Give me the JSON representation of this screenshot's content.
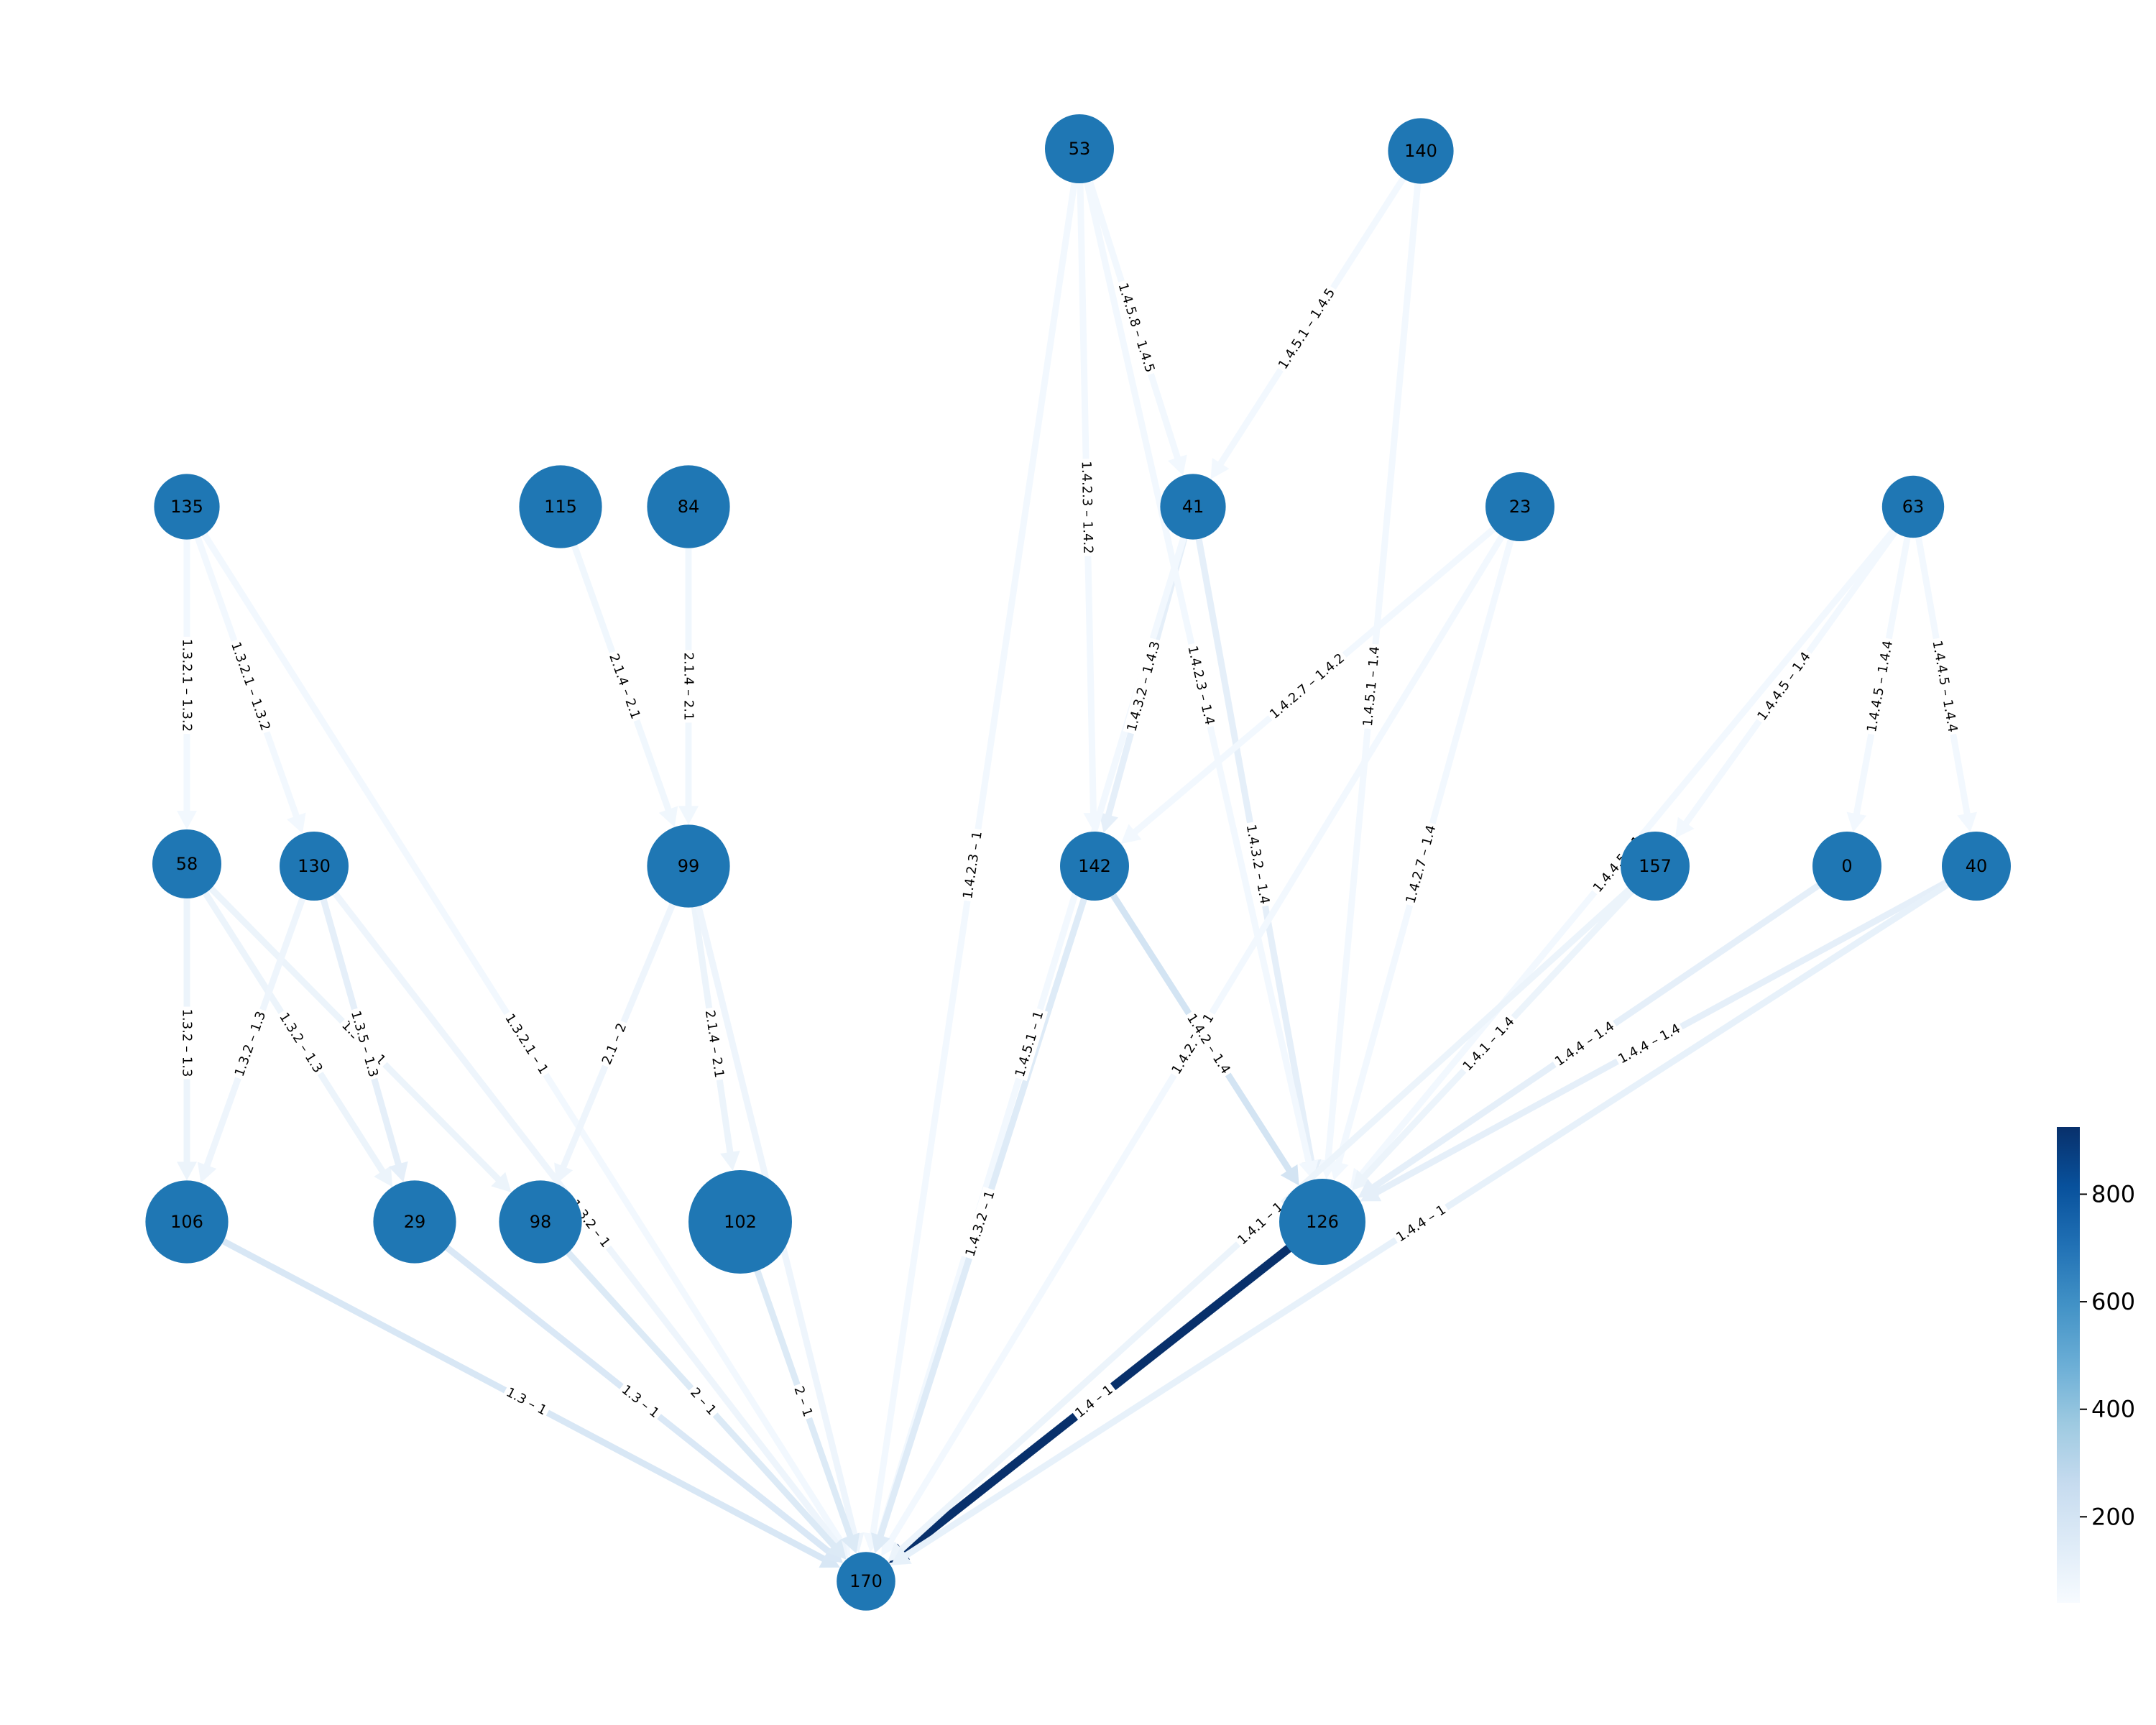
{
  "node_color": "#1f77b4",
  "colorbar": {
    "min": 40,
    "max": 925,
    "ticks": [
      "200",
      "400",
      "600",
      "800"
    ],
    "tick_values": [
      200,
      400,
      600,
      800
    ],
    "colors": [
      "#f7fbff",
      "#deebf7",
      "#c6dbef",
      "#9ecae1",
      "#6baed6",
      "#4292c6",
      "#2171b5",
      "#08519c",
      "#08306b"
    ]
  },
  "nodes": [
    {
      "id": "53",
      "label": "53",
      "size": 1.0
    },
    {
      "id": "140",
      "label": "140",
      "size": 0.95
    },
    {
      "id": "135",
      "label": "135",
      "size": 0.95
    },
    {
      "id": "115",
      "label": "115",
      "size": 1.2
    },
    {
      "id": "84",
      "label": "84",
      "size": 1.2
    },
    {
      "id": "41",
      "label": "41",
      "size": 0.95
    },
    {
      "id": "23",
      "label": "23",
      "size": 1.0
    },
    {
      "id": "63",
      "label": "63",
      "size": 0.9
    },
    {
      "id": "58",
      "label": "58",
      "size": 1.0
    },
    {
      "id": "130",
      "label": "130",
      "size": 1.0
    },
    {
      "id": "99",
      "label": "99",
      "size": 1.2
    },
    {
      "id": "142",
      "label": "142",
      "size": 1.0
    },
    {
      "id": "157",
      "label": "157",
      "size": 1.0
    },
    {
      "id": "0",
      "label": "0",
      "size": 1.0
    },
    {
      "id": "40",
      "label": "40",
      "size": 1.0
    },
    {
      "id": "106",
      "label": "106",
      "size": 1.2
    },
    {
      "id": "29",
      "label": "29",
      "size": 1.2
    },
    {
      "id": "98",
      "label": "98",
      "size": 1.2
    },
    {
      "id": "102",
      "label": "102",
      "size": 1.5
    },
    {
      "id": "126",
      "label": "126",
      "size": 1.25
    },
    {
      "id": "170",
      "label": "170",
      "size": 0.85
    }
  ],
  "edges": [
    {
      "source": "135",
      "target": "58",
      "label": "1.3.2.1 – 1.3.2",
      "value": 60
    },
    {
      "source": "135",
      "target": "130",
      "label": "1.3.2.1 – 1.3.2",
      "value": 60
    },
    {
      "source": "135",
      "target": "170",
      "label": "1.3.2.1 – 1",
      "value": 60
    },
    {
      "source": "58",
      "target": "106",
      "label": "1.3.2 – 1.3",
      "value": 90
    },
    {
      "source": "58",
      "target": "29",
      "label": "1.3.2 – 1.3",
      "value": 90
    },
    {
      "source": "58",
      "target": "98",
      "label": "1.3.2 – 1",
      "value": 90
    },
    {
      "source": "130",
      "target": "106",
      "label": "1.3.2 – 1.3",
      "value": 80
    },
    {
      "source": "130",
      "target": "29",
      "label": "1.3.5 – 1.3",
      "value": 120
    },
    {
      "source": "130",
      "target": "170",
      "label": "1.3.2 – 1",
      "value": 80
    },
    {
      "source": "115",
      "target": "99",
      "label": "2.1.4 – 2.1",
      "value": 70
    },
    {
      "source": "84",
      "target": "99",
      "label": "2.1.4 – 2.1",
      "value": 70
    },
    {
      "source": "99",
      "target": "98",
      "label": "2.1 – 2",
      "value": 80
    },
    {
      "source": "99",
      "target": "102",
      "label": "2.1.4 – 2.1",
      "value": 90
    },
    {
      "source": "99",
      "target": "170",
      "label": "2.1 – 1",
      "value": 80
    },
    {
      "source": "106",
      "target": "170",
      "label": "1.3 – 1",
      "value": 180
    },
    {
      "source": "29",
      "target": "170",
      "label": "1.3 – 1",
      "value": 170
    },
    {
      "source": "98",
      "target": "170",
      "label": "2 – 1",
      "value": 160
    },
    {
      "source": "102",
      "target": "170",
      "label": "2 – 1",
      "value": 160
    },
    {
      "source": "53",
      "target": "41",
      "label": "1.4.5.8 – 1.4.5",
      "value": 60
    },
    {
      "source": "53",
      "target": "142",
      "label": "1.4.2.3 – 1.4.2",
      "value": 60
    },
    {
      "source": "53",
      "target": "170",
      "label": "1.4.2.3 – 1",
      "value": 60
    },
    {
      "source": "140",
      "target": "41",
      "label": "1.4.5.1 – 1.4.5",
      "value": 60
    },
    {
      "source": "140",
      "target": "126",
      "label": "1.4.5.1 – 1.4",
      "value": 60
    },
    {
      "source": "41",
      "target": "142",
      "label": "1.4.3.2 – 1.4.3",
      "value": 120
    },
    {
      "source": "41",
      "target": "126",
      "label": "1.4.3.2 – 1.4",
      "value": 120
    },
    {
      "source": "41",
      "target": "170",
      "label": "1.4.5.1 – 1",
      "value": 60
    },
    {
      "source": "53",
      "target": "126",
      "label": "1.4.2.3 – 1.4",
      "value": 60
    },
    {
      "source": "23",
      "target": "142",
      "label": "1.4.2.7 – 1.4.2",
      "value": 60
    },
    {
      "source": "23",
      "target": "126",
      "label": "1.4.2.7 – 1.4",
      "value": 60
    },
    {
      "source": "23",
      "target": "170",
      "label": "1.4.2.7 – 1",
      "value": 60
    },
    {
      "source": "142",
      "target": "126",
      "label": "1.4.2 – 1.4",
      "value": 200
    },
    {
      "source": "142",
      "target": "170",
      "label": "1.4.3.2 – 1",
      "value": 150
    },
    {
      "source": "126",
      "target": "170",
      "label": "1.4 – 1",
      "value": 925
    },
    {
      "source": "63",
      "target": "0",
      "label": "1.4.4.5 – 1.4.4",
      "value": 60
    },
    {
      "source": "63",
      "target": "40",
      "label": "1.4.4.5 – 1.4.4",
      "value": 60
    },
    {
      "source": "63",
      "target": "157",
      "label": "1.4.4.5 – 1.4",
      "value": 60
    },
    {
      "source": "63",
      "target": "126",
      "label": "1.4.4.5 – 1",
      "value": 60
    },
    {
      "source": "157",
      "target": "126",
      "label": "1.4.1 – 1.4",
      "value": 90
    },
    {
      "source": "157",
      "target": "170",
      "label": "1.4.1 – 1",
      "value": 90
    },
    {
      "source": "0",
      "target": "126",
      "label": "1.4.4 – 1.4",
      "value": 120
    },
    {
      "source": "40",
      "target": "126",
      "label": "1.4.4 – 1.4",
      "value": 120
    },
    {
      "source": "40",
      "target": "170",
      "label": "1.4.4 – 1",
      "value": 110
    },
    {
      "source": "126",
      "target": "170",
      "label": "1.4.2 – 1",
      "value": 70,
      "hidden": true
    }
  ]
}
